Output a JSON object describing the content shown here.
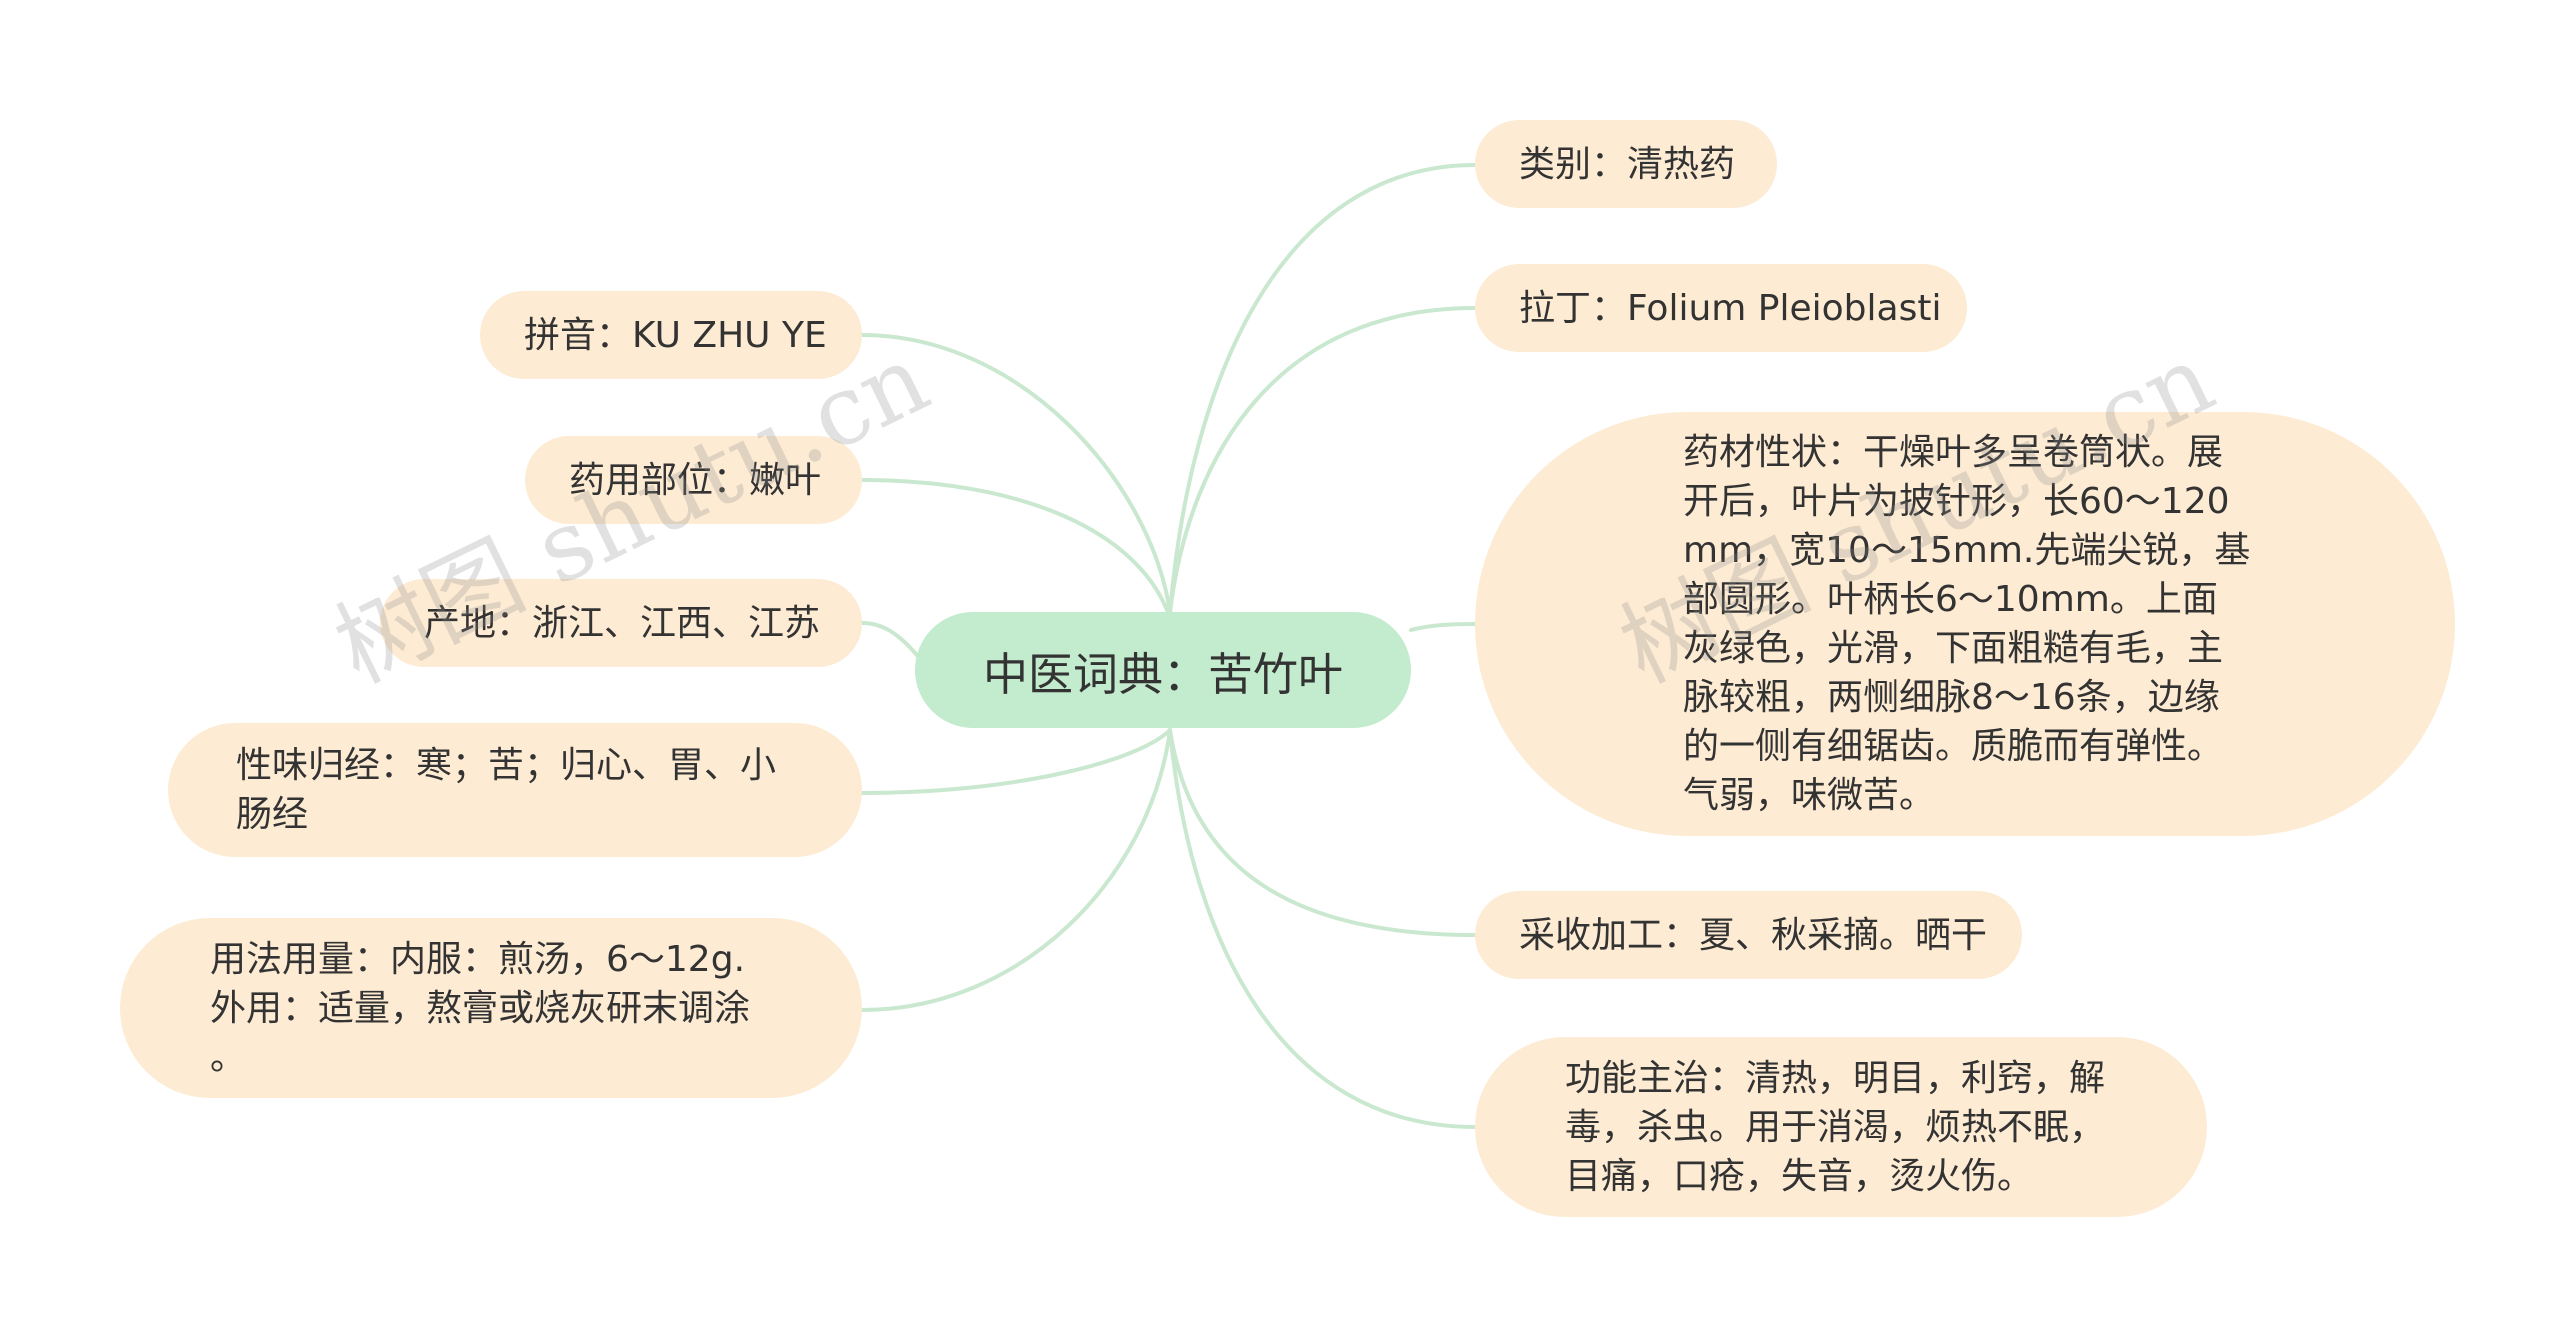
{
  "center": {
    "label": "中医词典：苦竹叶"
  },
  "left_nodes": [
    {
      "key": "pinyin",
      "text": "拼音：KU ZHU YE"
    },
    {
      "key": "part",
      "text": "药用部位：嫩叶"
    },
    {
      "key": "origin",
      "text": "产地：浙江、江西、江苏"
    },
    {
      "key": "nature",
      "text": "性味归经：寒；苦；归心、胃、小\n肠经"
    },
    {
      "key": "usage",
      "text": "用法用量：内服：煎汤，6～12g.\n外用：适量，熬膏或烧灰研末调涂\n。"
    }
  ],
  "right_nodes": [
    {
      "key": "category",
      "text": "类别：清热药"
    },
    {
      "key": "latin",
      "text": "拉丁：Folium Pleioblasti"
    },
    {
      "key": "traits",
      "text": "药材性状：干燥叶多呈卷筒状。展\n开后，叶片为披针形，长60～120\nmm，宽10～15mm.先端尖锐，基\n部圆形。叶柄长6～10mm。上面\n灰绿色，光滑，下面粗糙有毛，主\n脉较粗，两恻细脉8～16条，边缘\n的一侧有细锯齿。质脆而有弹性。\n气弱，味微苦。"
    },
    {
      "key": "harvest",
      "text": "采收加工：夏、秋采摘。晒干"
    },
    {
      "key": "function",
      "text": "功能主治：清热，明目，利窍，解\n毒，杀虫。用于消渴，烦热不眠，\n目痛，口疮，失音，烫火伤。"
    }
  ],
  "watermark": "树图 shutu.cn",
  "colors": {
    "center_fill": "#c3ebce",
    "node_fill": "#fdebd3",
    "edge": "#c9e8cf",
    "text": "#333333"
  }
}
